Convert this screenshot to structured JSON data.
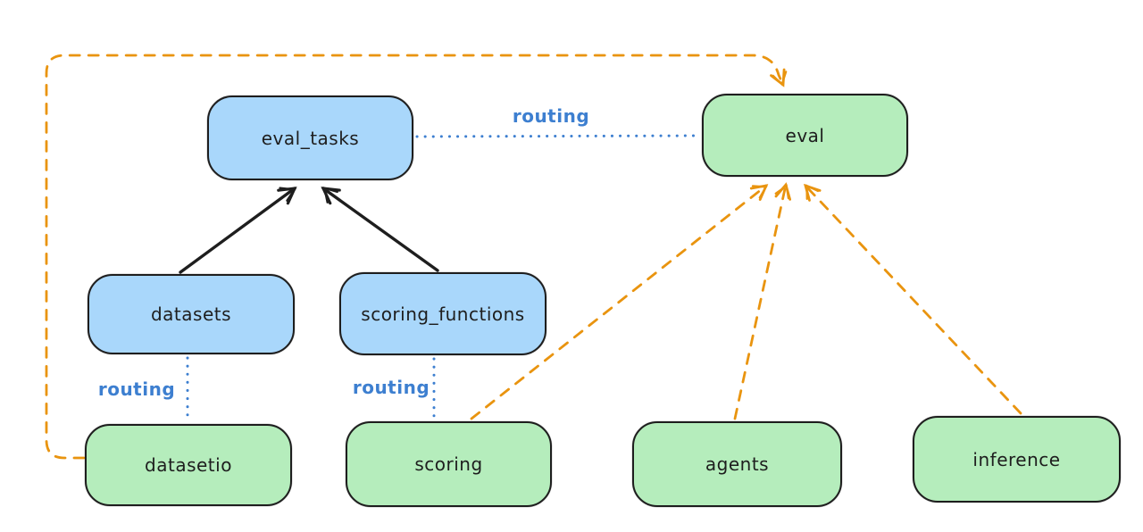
{
  "diagram": {
    "title": "api-providers-routing-diagram",
    "colors": {
      "api_fill_blue": "#a9d7fb",
      "provider_fill_green": "#b5edbc",
      "stroke_black": "#1e1e1e",
      "routing_blue": "#3d7fd0",
      "provider_orange": "#e9940f",
      "background": "#ffffff"
    },
    "nodes": [
      {
        "id": "eval_tasks",
        "label": "eval_tasks",
        "kind": "api-blue"
      },
      {
        "id": "eval",
        "label": "eval",
        "kind": "provider-green"
      },
      {
        "id": "datasets",
        "label": "datasets",
        "kind": "api-blue"
      },
      {
        "id": "scoring_functions",
        "label": "scoring_functions",
        "kind": "api-blue"
      },
      {
        "id": "datasetio",
        "label": "datasetio",
        "kind": "provider-green"
      },
      {
        "id": "scoring",
        "label": "scoring",
        "kind": "provider-green"
      },
      {
        "id": "agents",
        "label": "agents",
        "kind": "provider-green"
      },
      {
        "id": "inference",
        "label": "inference",
        "kind": "provider-green"
      }
    ],
    "edge_labels": [
      {
        "id": "routing-evaltasks-eval",
        "text": "routing"
      },
      {
        "id": "routing-datasets-datasetio",
        "text": "routing"
      },
      {
        "id": "routing-scoringfns-scoring",
        "text": "routing"
      }
    ],
    "edges": [
      {
        "from": "datasets",
        "to": "eval_tasks",
        "style": "solid-black-arrow"
      },
      {
        "from": "scoring_functions",
        "to": "eval_tasks",
        "style": "solid-black-arrow"
      },
      {
        "from": "eval_tasks",
        "to": "eval",
        "style": "dotted-blue-line",
        "label": "routing"
      },
      {
        "from": "datasets",
        "to": "datasetio",
        "style": "dotted-blue-line",
        "label": "routing"
      },
      {
        "from": "scoring_functions",
        "to": "scoring",
        "style": "dotted-blue-line",
        "label": "routing"
      },
      {
        "from": "scoring",
        "to": "eval",
        "style": "dashed-orange-arrow"
      },
      {
        "from": "agents",
        "to": "eval",
        "style": "dashed-orange-arrow"
      },
      {
        "from": "inference",
        "to": "eval",
        "style": "dashed-orange-arrow"
      },
      {
        "from": "datasetio",
        "to": "eval",
        "style": "dashed-orange-arrow-loop"
      }
    ]
  }
}
